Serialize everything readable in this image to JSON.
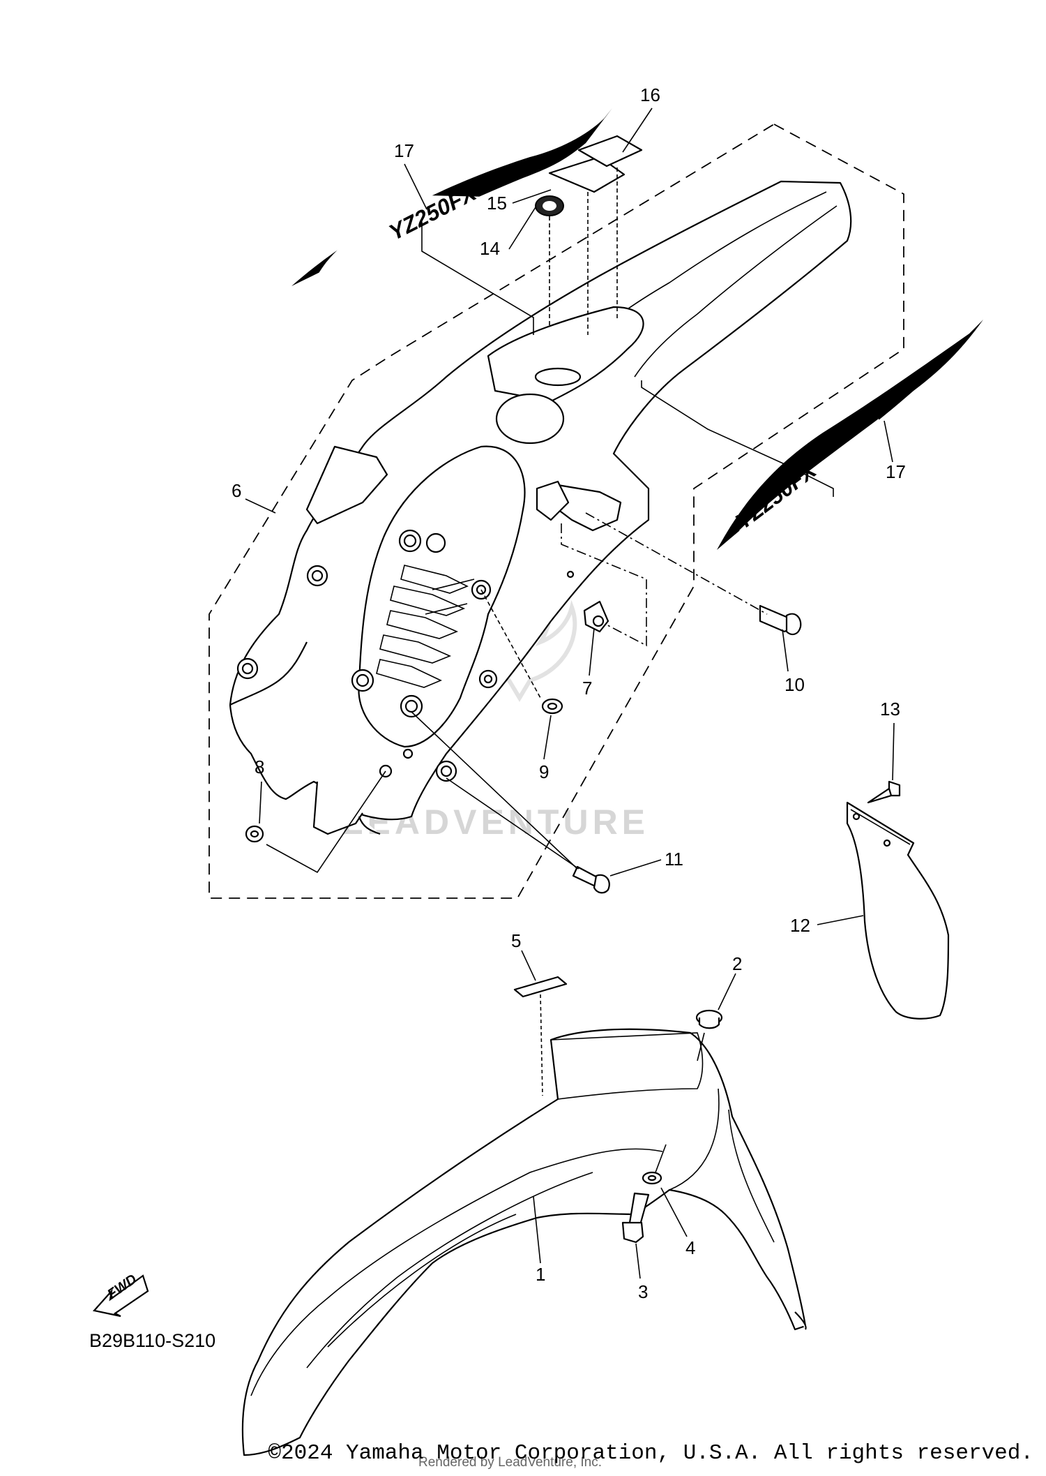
{
  "diagram_code": "B29B110-S210",
  "copyright": "©2024 Yamaha Motor Corporation, U.S.A. All rights reserved.",
  "rendered_by": "Rendered by LeadVenture, Inc.",
  "watermark": "LEADVENTURE",
  "fwd_label": "FWD",
  "decal_text": "YZ250FX",
  "callouts": {
    "c1": "1",
    "c2": "2",
    "c3": "3",
    "c4": "4",
    "c5": "5",
    "c6": "6",
    "c7": "7",
    "c8": "8",
    "c9": "9",
    "c10": "10",
    "c11": "11",
    "c12": "12",
    "c13": "13",
    "c14": "14",
    "c15": "15",
    "c16": "16",
    "c17a": "17",
    "c17b": "17"
  }
}
